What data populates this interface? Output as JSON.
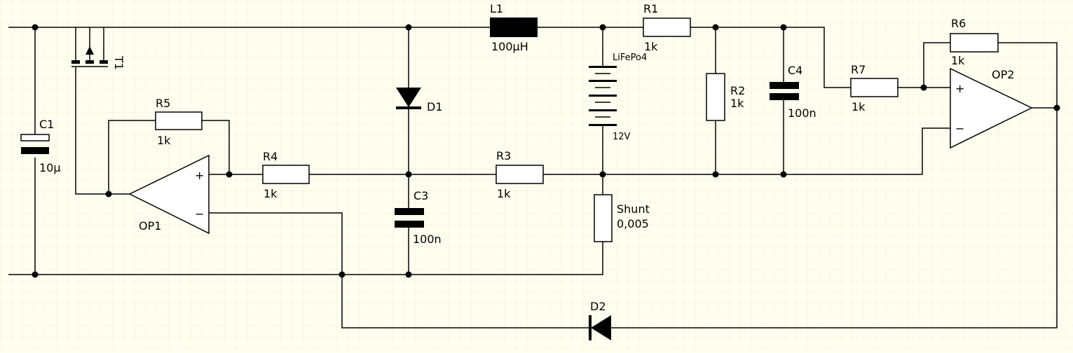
{
  "background_color": "#fffff0",
  "grid_color": "#ecedd4",
  "components": {
    "T1": {
      "name": "T1"
    },
    "C1": {
      "name": "C1",
      "value": "10µ"
    },
    "R5": {
      "name": "R5",
      "value": "1k"
    },
    "OP1": {
      "name": "OP1",
      "plus": "+",
      "minus": "−"
    },
    "R4": {
      "name": "R4",
      "value": "1k"
    },
    "D1": {
      "name": "D1"
    },
    "C3": {
      "name": "C3",
      "value": "100n"
    },
    "L1": {
      "name": "L1",
      "value": "100µH"
    },
    "R3": {
      "name": "R3",
      "value": "1k"
    },
    "BAT": {
      "name": "LiFePo4",
      "value": "12V"
    },
    "SHUNT": {
      "name": "Shunt",
      "value": "0,005"
    },
    "R1": {
      "name": "R1",
      "value": "1k"
    },
    "R2": {
      "name": "R2",
      "value": "1k"
    },
    "C4": {
      "name": "C4",
      "value": "100n"
    },
    "R7": {
      "name": "R7",
      "value": "1k"
    },
    "R6": {
      "name": "R6",
      "value": "1k"
    },
    "OP2": {
      "name": "OP2",
      "plus": "+",
      "minus": "−"
    },
    "D2": {
      "name": "D2"
    }
  }
}
